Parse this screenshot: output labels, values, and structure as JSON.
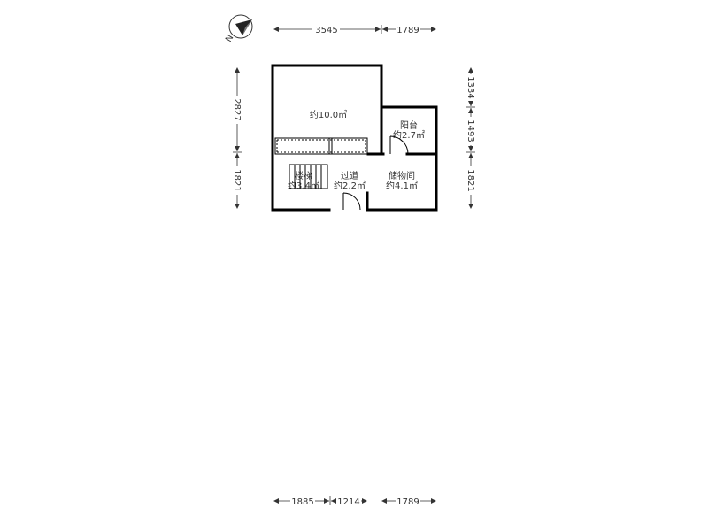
{
  "compass": {
    "letter": "N",
    "icon": "north-arrow-icon"
  },
  "rooms": [
    {
      "id": "main",
      "name": "",
      "area": "约10.0㎡"
    },
    {
      "id": "balcony",
      "name": "阳台",
      "area": "约2.7㎡"
    },
    {
      "id": "stairs",
      "name": "楼梯",
      "area": "约3.4㎡"
    },
    {
      "id": "corridor",
      "name": "过道",
      "area": "约2.2㎡"
    },
    {
      "id": "storage",
      "name": "储物间",
      "area": "约4.1㎡"
    }
  ],
  "dimensions": {
    "top": [
      "3545",
      "1789"
    ],
    "bottom": [
      "1885",
      "1214",
      "1789"
    ],
    "left": [
      "2827",
      "1821"
    ],
    "right": [
      "1334",
      "1493",
      "1821"
    ]
  },
  "colors": {
    "wall": "#000000",
    "line": "#333333",
    "background": "#ffffff"
  }
}
